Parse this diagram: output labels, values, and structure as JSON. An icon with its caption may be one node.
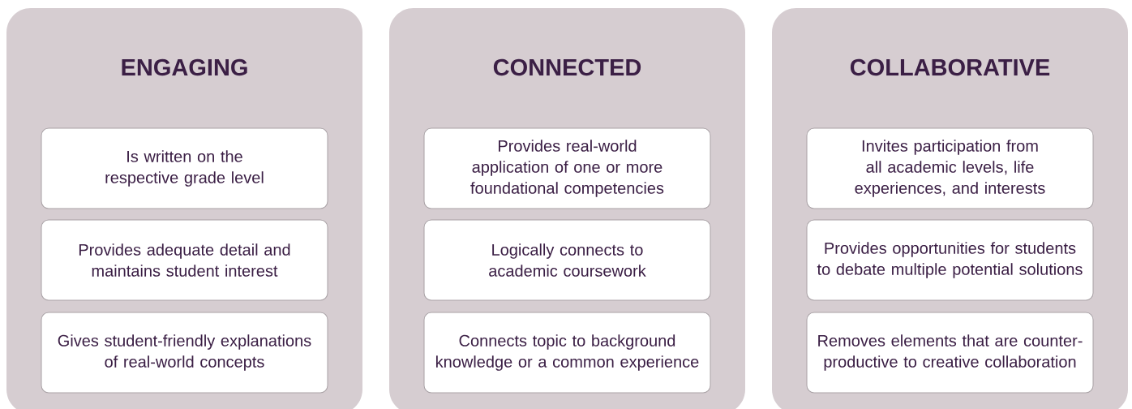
{
  "diagram": {
    "nodes": [
      {
        "text": [
          "ENGAGING"
        ]
      },
      {
        "text": [
          "Is written on the respective grade level"
        ],
        "in": 0
      },
      {
        "text": [
          "Provides adequate detail and maintains student interest"
        ],
        "in": 0
      },
      {
        "text": [
          "Gives student-friendly explanations of real-world concepts"
        ],
        "in": 0
      },
      {
        "text": [
          "CONNECTED"
        ]
      },
      {
        "text": [
          "Provides real-world application of one or more foundational competencies"
        ],
        "in": 4
      },
      {
        "text": [
          "Logically connects to academic coursework"
        ],
        "in": 4
      },
      {
        "text": [
          "Connects topic to background knowledge or a common experience"
        ],
        "in": 4
      },
      {
        "text": [
          "COLLABORATIVE"
        ]
      },
      {
        "text": [
          "Invites participation from all academic levels, life experiences, and interests"
        ],
        "in": 8
      },
      {
        "text": [
          "Provides opportunities for students to debate multiple potential solutions"
        ],
        "in": 8
      },
      {
        "text": [
          "Removes elements that are counter-productive to creative collaboration"
        ],
        "in": 8
      }
    ]
  }
}
